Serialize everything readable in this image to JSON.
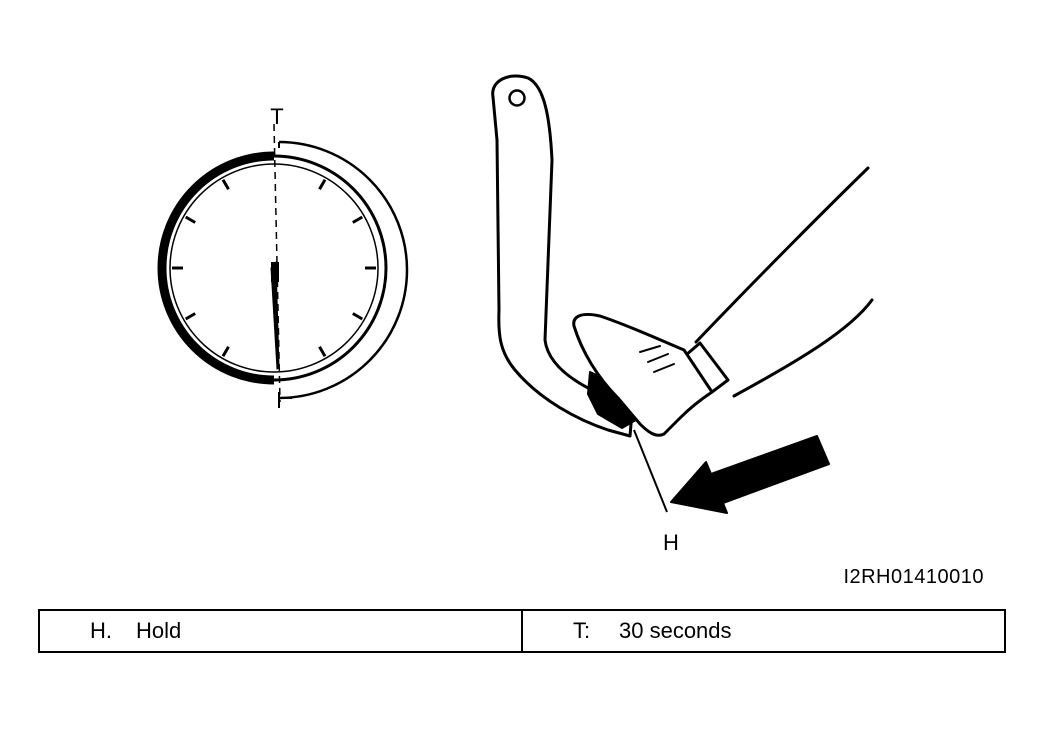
{
  "figure": {
    "stopwatch_label": "T",
    "pedal_label": "H",
    "figure_id": "I2RH01410010"
  },
  "legend": [
    {
      "key": "H.",
      "text": "Hold"
    },
    {
      "key": "T:",
      "text": "30 seconds"
    }
  ],
  "icons": {
    "stopwatch": "stopwatch-icon",
    "pedal": "brake-pedal",
    "foot": "foot",
    "arrow": "press-arrow"
  }
}
